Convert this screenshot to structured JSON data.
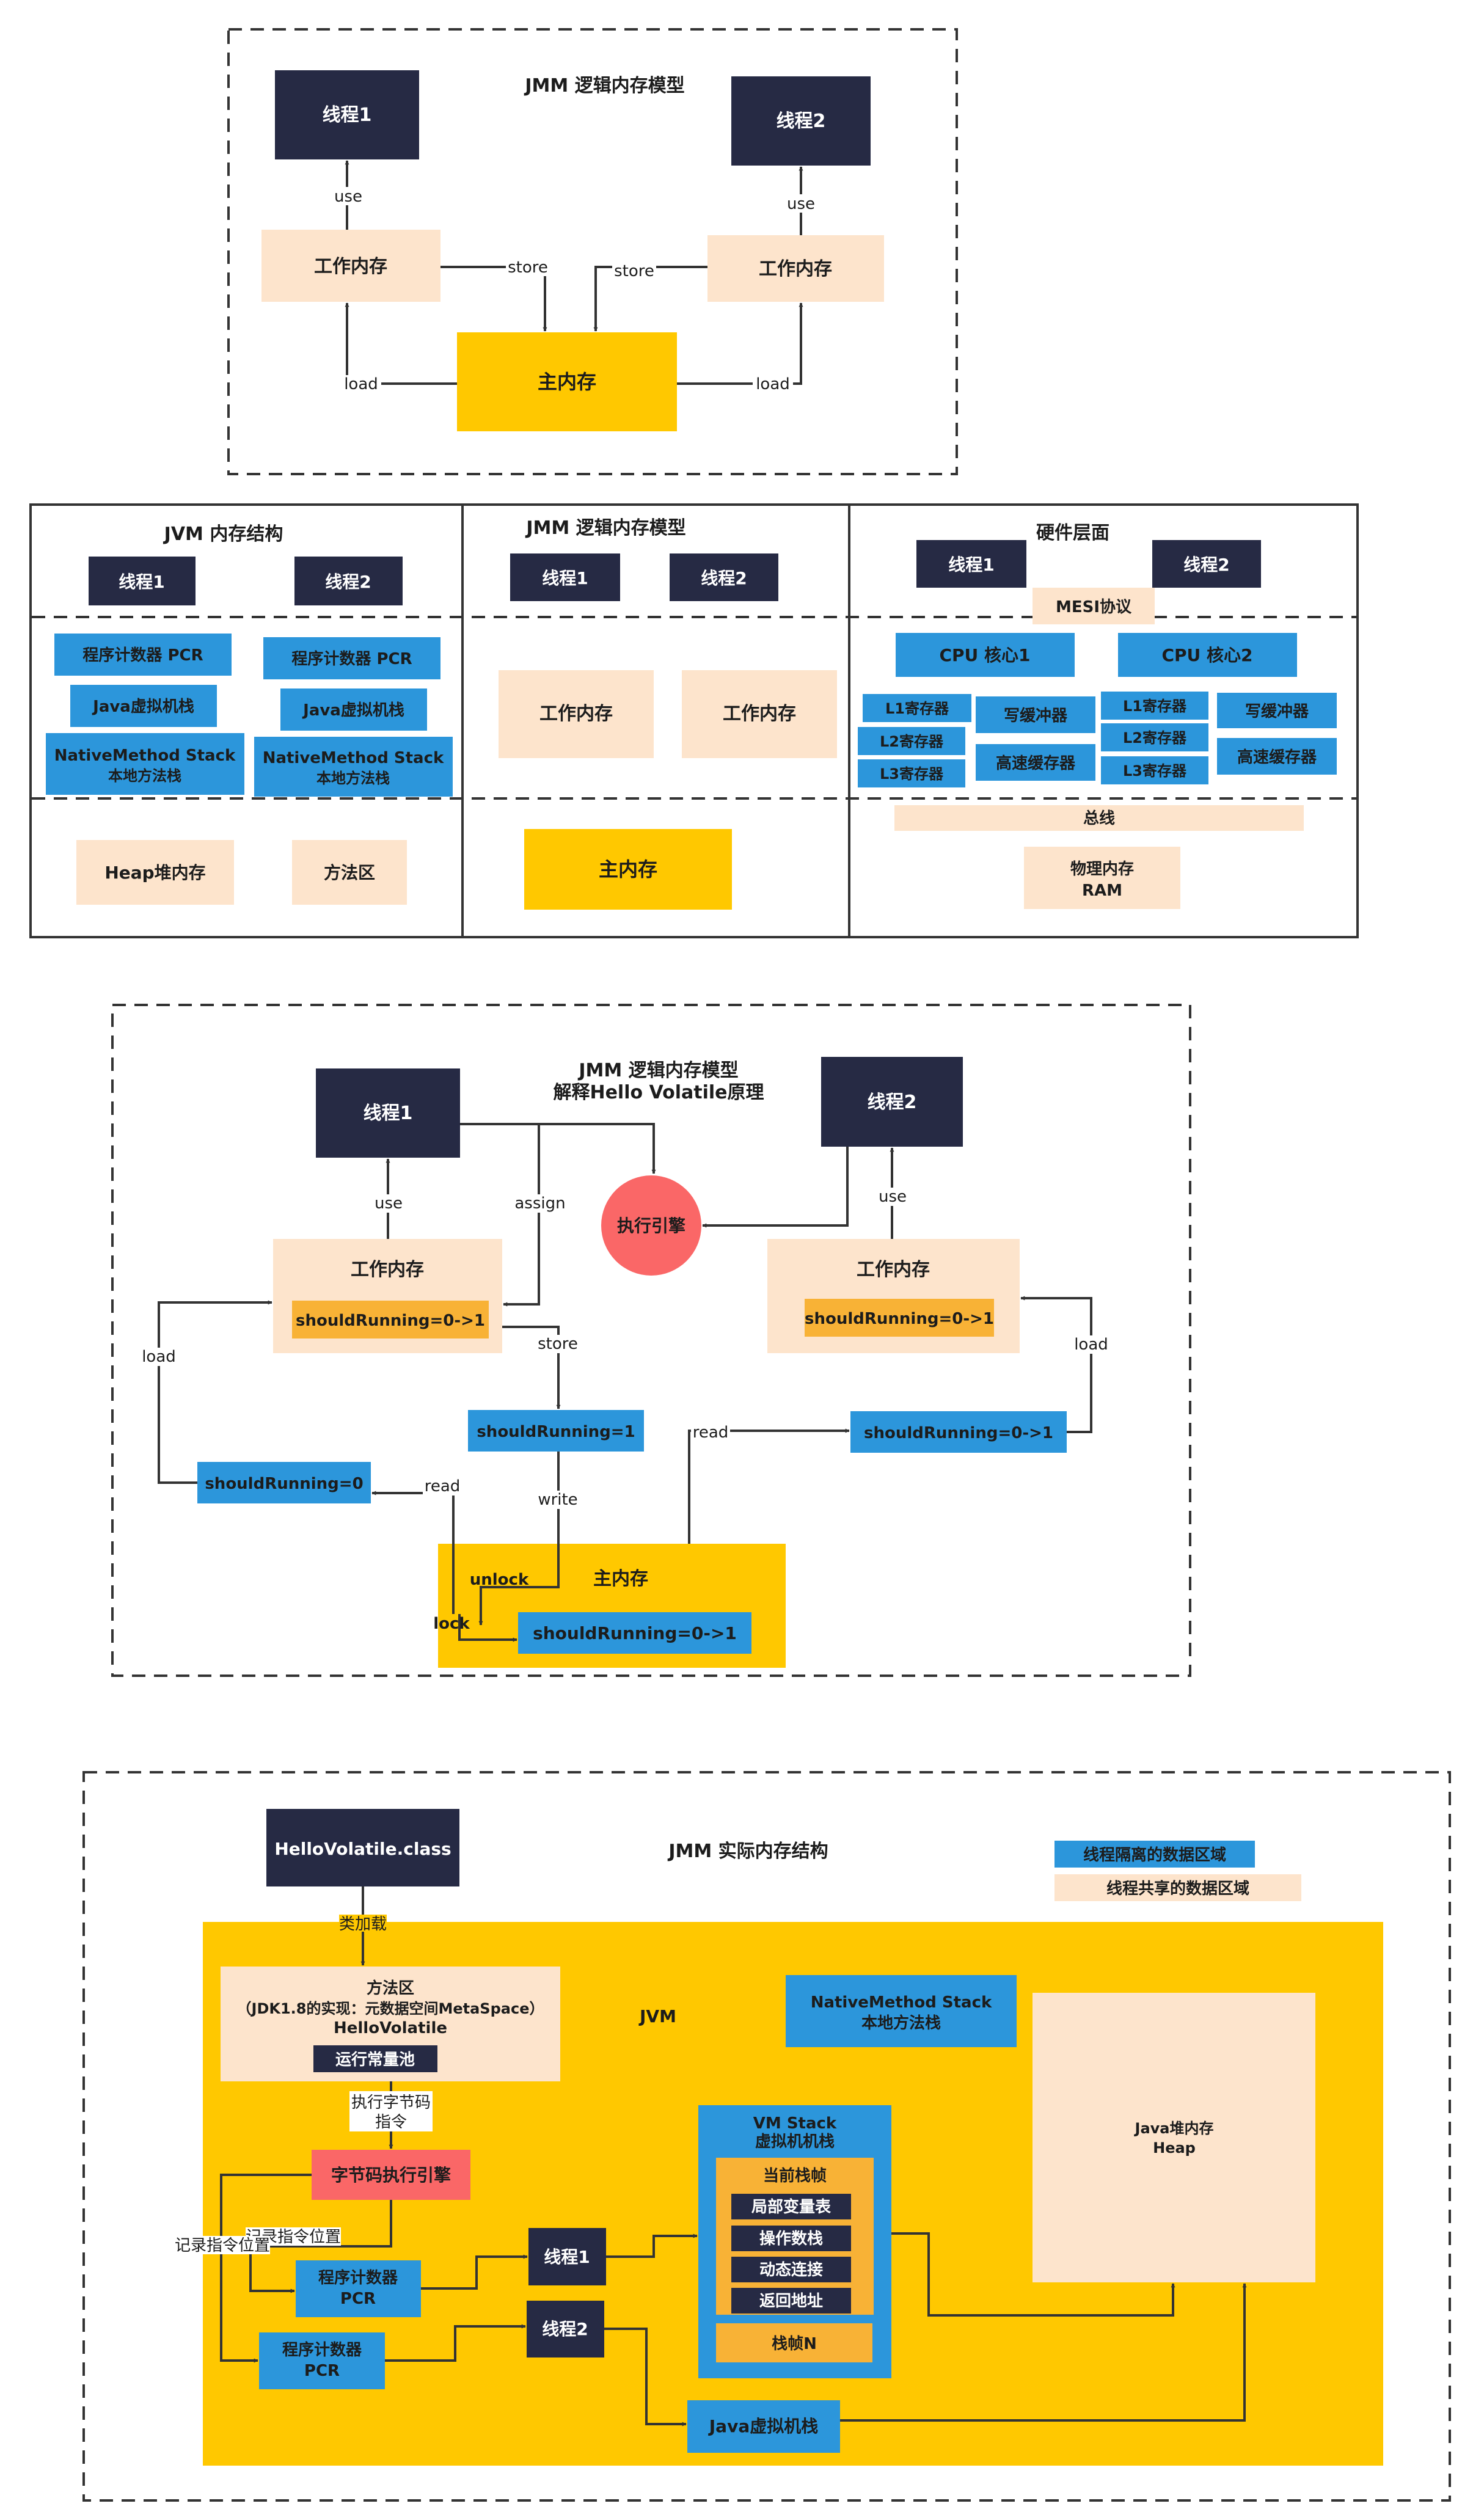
{
  "colors": {
    "dark_box": "#262a44",
    "peach_box": "#fde4cc",
    "main_memory": "#ffc800",
    "blue_box": "#2c96db",
    "orange_box": "#f8b236",
    "red_engine": "#fa6767",
    "line": "#333333"
  },
  "d1": {
    "title": "JMM 逻辑内存模型",
    "thread1": "线程1",
    "thread2": "线程2",
    "work1": "工作内存",
    "work2": "工作内存",
    "main": "主内存",
    "use1": "use",
    "use2": "use",
    "store1": "store",
    "store2": "store",
    "load1": "load",
    "load2": "load"
  },
  "d2": {
    "jvm": {
      "title": "JVM 内存结构",
      "thread1": "线程1",
      "thread2": "线程2",
      "pcr1": "程序计数器 PCR",
      "pcr2": "程序计数器 PCR",
      "stack1": "Java虚拟机栈",
      "stack2": "Java虚拟机栈",
      "native_line1": "NativeMethod Stack",
      "native_line2": "本地方法栈",
      "heap": "Heap堆内存",
      "method_area": "方法区"
    },
    "jmm": {
      "title": "JMM 逻辑内存模型",
      "thread1": "线程1",
      "thread2": "线程2",
      "work1": "工作内存",
      "work2": "工作内存",
      "main": "主内存"
    },
    "hw": {
      "title": "硬件层面",
      "thread1": "线程1",
      "thread2": "线程2",
      "mesi": "MESI协议",
      "cpu1": "CPU 核心1",
      "cpu2": "CPU 核心2",
      "l1": "L1寄存器",
      "l2": "L2寄存器",
      "l3": "L3寄存器",
      "write_buffer": "写缓冲器",
      "cache": "高速缓存器",
      "bus": "总线",
      "ram_line1": "物理内存",
      "ram_line2": "RAM"
    }
  },
  "d3": {
    "title_line1": "JMM 逻辑内存模型",
    "title_line2": "解释Hello Volatile原理",
    "thread1": "线程1",
    "thread2": "线程2",
    "engine": "执行引擎",
    "work1": "工作内存",
    "work2": "工作内存",
    "work1_var": "shouldRunning=0->1",
    "work2_var": "shouldRunning=0->1",
    "var_1": "shouldRunning=1",
    "var_0": "shouldRunning=0",
    "var_read2": "shouldRunning=0->1",
    "main": "主内存",
    "main_var": "shouldRunning=0->1",
    "use1": "use",
    "use2": "use",
    "assign": "assign",
    "store": "store",
    "write": "write",
    "read1": "read",
    "read2": "read",
    "load1": "load",
    "load2": "load",
    "unlock": "unlock",
    "lock": "lock"
  },
  "d4": {
    "title": "JMM 实际内存结构",
    "legend_isolated": "线程隔离的数据区域",
    "legend_shared": "线程共享的数据区域",
    "class_file": "HelloVolatile.class",
    "class_loading": "类加载",
    "jvm": "JVM",
    "method_area_line1": "方法区",
    "method_area_line2": "（JDK1.8的实现：元数据空间MetaSpace）",
    "method_area_line3": "HelloVolatile",
    "constant_pool": "运行常量池",
    "native_line1": "NativeMethod Stack",
    "native_line2": "本地方法栈",
    "heap_line1": "Java堆内存",
    "heap_line2": "Heap",
    "exec_bytecode_line1": "执行字节码",
    "exec_bytecode_line2": "指令",
    "engine": "字节码执行引擎",
    "record1": "记录指令位置",
    "record2": "记录指令位置",
    "pcr1_line1": "程序计数器",
    "pcr1_line2": "PCR",
    "pcr2_line1": "程序计数器",
    "pcr2_line2": "PCR",
    "thread1": "线程1",
    "thread2": "线程2",
    "vm_stack_line1": "VM Stack",
    "vm_stack_line2": "虚拟机机栈",
    "current_frame": "当前栈帧",
    "local_vars": "局部变量表",
    "operand_stack": "操作数栈",
    "dynamic_link": "动态连接",
    "return_addr": "返回地址",
    "frame_n": "栈帧N",
    "java_stack": "Java虚拟机栈"
  }
}
